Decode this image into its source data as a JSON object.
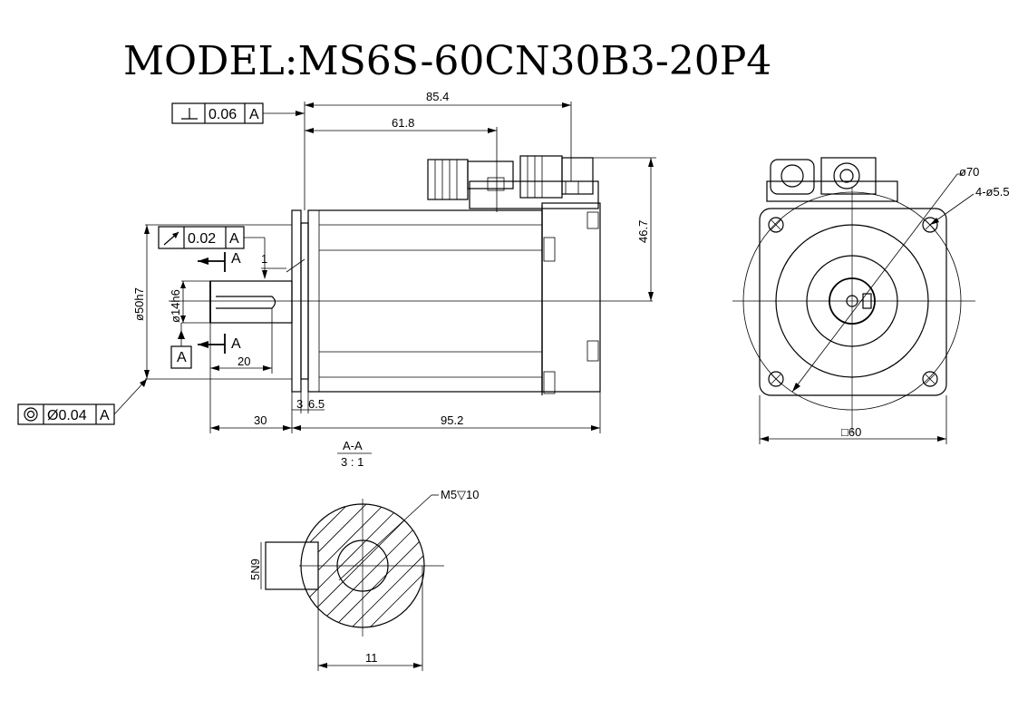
{
  "title": "MODEL:MS6S-60CN30B3-20P4",
  "dimensions": {
    "overall_length": "85.4",
    "connector_pos": "61.8",
    "height": "46.7",
    "flange_dia": "ø50h7",
    "shaft_dia": "ø14h6",
    "shaft_length": "30",
    "body_length": "95.2",
    "key_length": "20",
    "flange_thick": "6.5",
    "flange_step": "3",
    "chamfer": "1",
    "pcd": "ø70",
    "holes": "4-ø5.5",
    "square": "□60",
    "section_width": "11",
    "key_width": "5N9",
    "thread": "M5▽10"
  },
  "tolerances": {
    "perpendicularity": {
      "value": "0.06",
      "datum": "A"
    },
    "runout": {
      "value": "0.02",
      "datum": "A"
    },
    "concentricity": {
      "value": "Ø0.04",
      "datum": "A"
    }
  },
  "datum_label": "A",
  "section": {
    "marker": "A",
    "title": "A-A",
    "scale": "3 : 1"
  }
}
